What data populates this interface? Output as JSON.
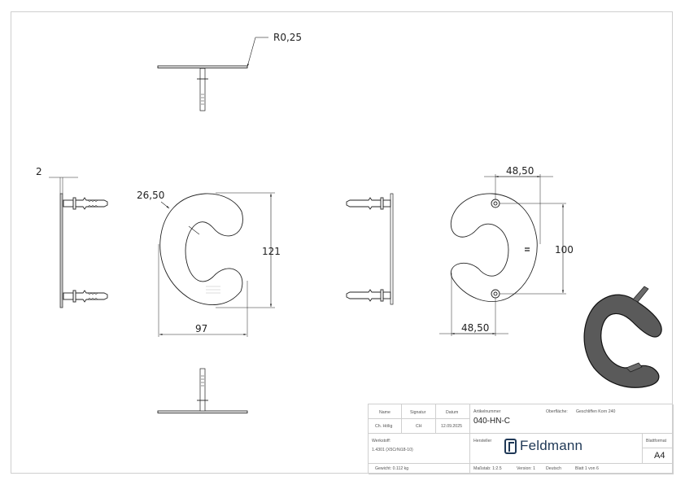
{
  "drawing": {
    "dimensions": {
      "radius_edge": "R0,25",
      "thickness": "2",
      "inner_radius": "26,50",
      "height": "121",
      "width": "97",
      "hole_offset_top": "48,50",
      "hole_offset_bottom": "48,50",
      "hole_spacing": "100"
    },
    "colors": {
      "line": "#222222",
      "fill_3d": "#5a5a5a",
      "border": "#cfcfcf",
      "brand": "#1f3856"
    }
  },
  "title_block": {
    "headers": {
      "name": "Name",
      "signature": "Signatur",
      "date": "Datum"
    },
    "values": {
      "name": "Ch. Hölig",
      "signature": "CH",
      "date": "12.09.2025"
    },
    "article_label": "Artikelnummer",
    "article_number": "040-HN-C",
    "surface_label": "Oberfläche:",
    "surface_value": "Geschliffen Korn 240",
    "material_label": "Werkstoff:",
    "material_value": "1.4301 (X5CrNi18-10)",
    "manufacturer_label": "Hersteller",
    "brand_name": "Feldmann",
    "format_label": "Blattformat",
    "format_value": "A4",
    "weight": "Gewicht: 0.112 kg",
    "scale": "Maßstab: 1:2.5",
    "version": "Version: 1",
    "language": "Deutsch",
    "sheet": "Blatt 1 von 6"
  }
}
